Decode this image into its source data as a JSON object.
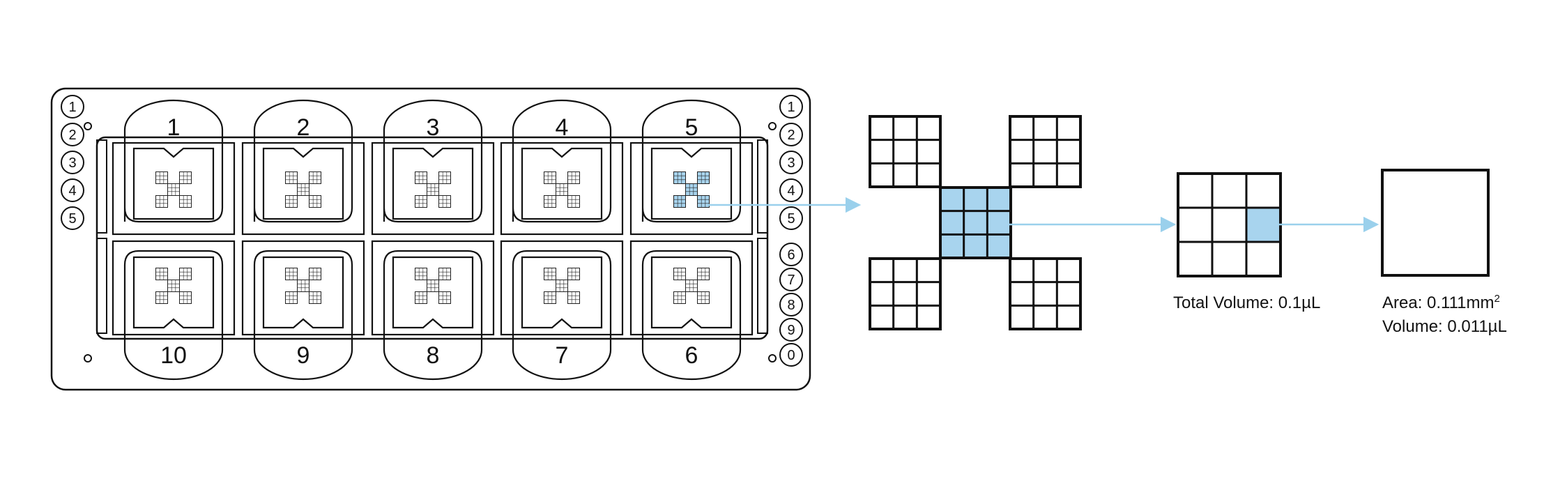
{
  "slide": {
    "chambers_top": [
      "1",
      "2",
      "3",
      "4",
      "5"
    ],
    "chambers_bottom": [
      "10",
      "9",
      "8",
      "7",
      "6"
    ],
    "left_markers": [
      "1",
      "2",
      "3",
      "4",
      "5"
    ],
    "right_markers": [
      "1",
      "2",
      "3",
      "4",
      "5",
      "6",
      "7",
      "8",
      "9",
      "0"
    ],
    "highlighted_chamber": "5"
  },
  "captions": {
    "total_volume": "Total Volume: 0.1µL",
    "area_prefix": "Area: 0.111mm",
    "area_sup": "2",
    "volume": "Volume: 0.011µL"
  },
  "colors": {
    "highlight": "#a8d4ee",
    "arrow": "#9ad0ec",
    "line": "#111111"
  }
}
